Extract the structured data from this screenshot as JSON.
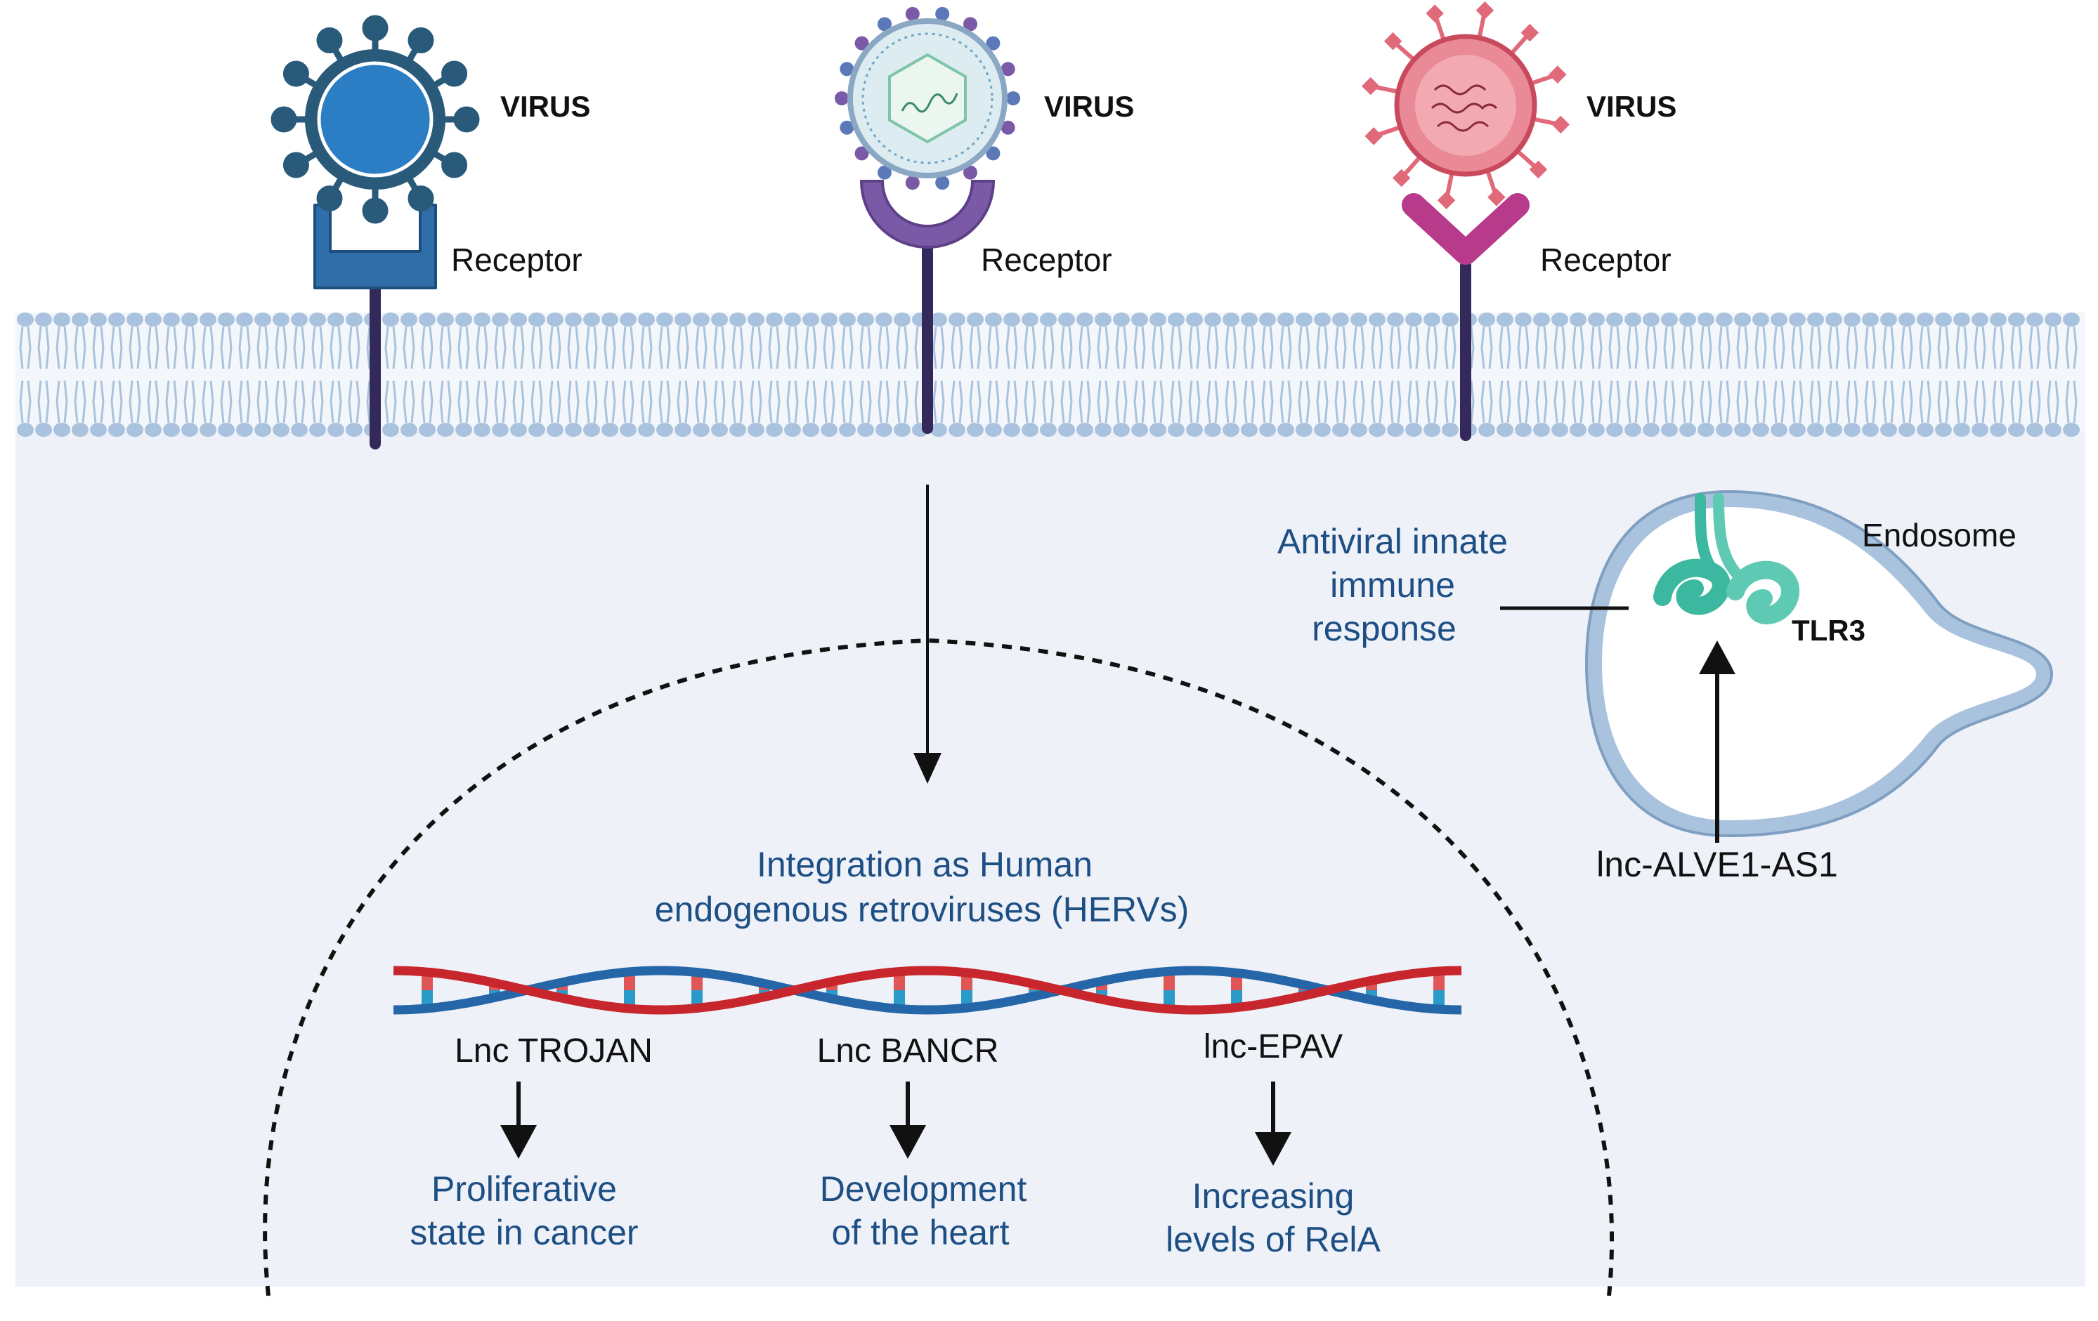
{
  "viruses": [
    {
      "label": "VIRUS",
      "receptor_label": "Receptor",
      "color": "#2b7dc4"
    },
    {
      "label": "VIRUS",
      "receptor_label": "Receptor",
      "color": "#7a5aa6"
    },
    {
      "label": "VIRUS",
      "receptor_label": "Receptor",
      "color": "#e0697a"
    }
  ],
  "endosome": {
    "label": "Endosome",
    "tlr_label": "TLR3",
    "response_lines": [
      "Antiviral innate",
      "immune",
      "response"
    ],
    "lnc_label": "lnc-ALVE1-AS1"
  },
  "nucleus": {
    "integration_lines": [
      "Integration as Human",
      "endogenous retroviruses (HERVs)"
    ],
    "lncs": [
      {
        "name": "Lnc TROJAN",
        "effect_lines": [
          "Proliferative",
          "state in cancer"
        ]
      },
      {
        "name": "Lnc BANCR",
        "effect_lines": [
          "Development",
          "of the heart"
        ]
      },
      {
        "name": "lnc-EPAV",
        "effect_lines": [
          "Increasing",
          "levels of RelA"
        ]
      }
    ]
  },
  "colors": {
    "membrane": "#a9c3de",
    "cytoplasm": "#eef1f7",
    "dna_red": "#c8262d",
    "dna_blue": "#2566a8",
    "label_blue": "#1d4f85",
    "tlr3": "#3cb8a0",
    "receptor1": "#2f6ea8",
    "receptor2": "#7a5aa6",
    "receptor3": "#b83a8a"
  }
}
